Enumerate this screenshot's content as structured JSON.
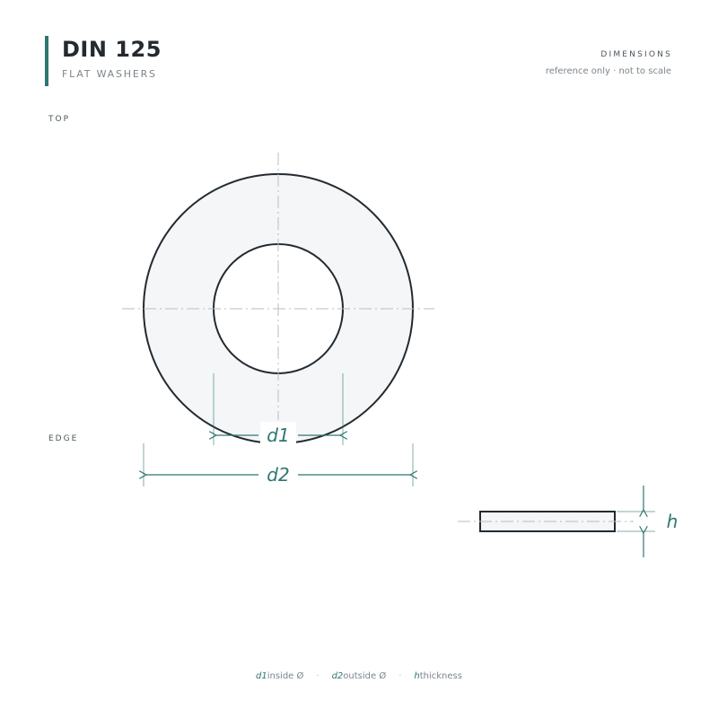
{
  "header": {
    "title": "DIN 125",
    "subtitle": "FLAT WASHERS",
    "dimensions_heading": "DIMENSIONS",
    "dimensions_note": "reference only · not to scale"
  },
  "views": {
    "top_label": "TOP",
    "edge_label": "EDGE"
  },
  "dimensions": {
    "inner_label": "d1",
    "outer_label": "d2",
    "thickness_label": "h"
  },
  "legend": [
    {
      "symbol": "d1",
      "text": "inside Ø"
    },
    {
      "symbol": "d2",
      "text": "outside Ø"
    },
    {
      "symbol": "h",
      "text": "thickness"
    }
  ],
  "colors": {
    "accent": "#2e7670",
    "outline": "#232a30",
    "fill": "#f4f6f7",
    "centerline": "#b7bdc1"
  }
}
